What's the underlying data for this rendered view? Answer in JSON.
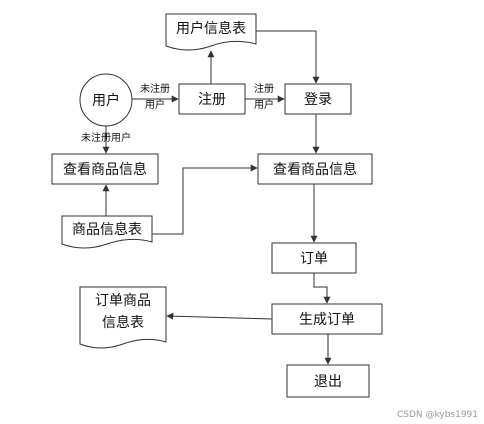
{
  "nodes": {
    "user_table": "用户信息表",
    "user": "用户",
    "register": "注册",
    "login": "登录",
    "view_goods_left": "查看商品信息",
    "view_goods_main": "查看商品信息",
    "goods_table": "商品信息表",
    "order": "订单",
    "generate_order": "生成订单",
    "order_goods_table_line1": "订单商品",
    "order_goods_table_line2": "信息表",
    "logout": "退出"
  },
  "edges": {
    "user_to_register_line1": "未注册",
    "user_to_register_line2": "用户",
    "register_to_login_line1": "注册",
    "register_to_login_line2": "用户",
    "user_to_view_goods": "未注册用户"
  },
  "watermark": "CSDN @kybs1991"
}
